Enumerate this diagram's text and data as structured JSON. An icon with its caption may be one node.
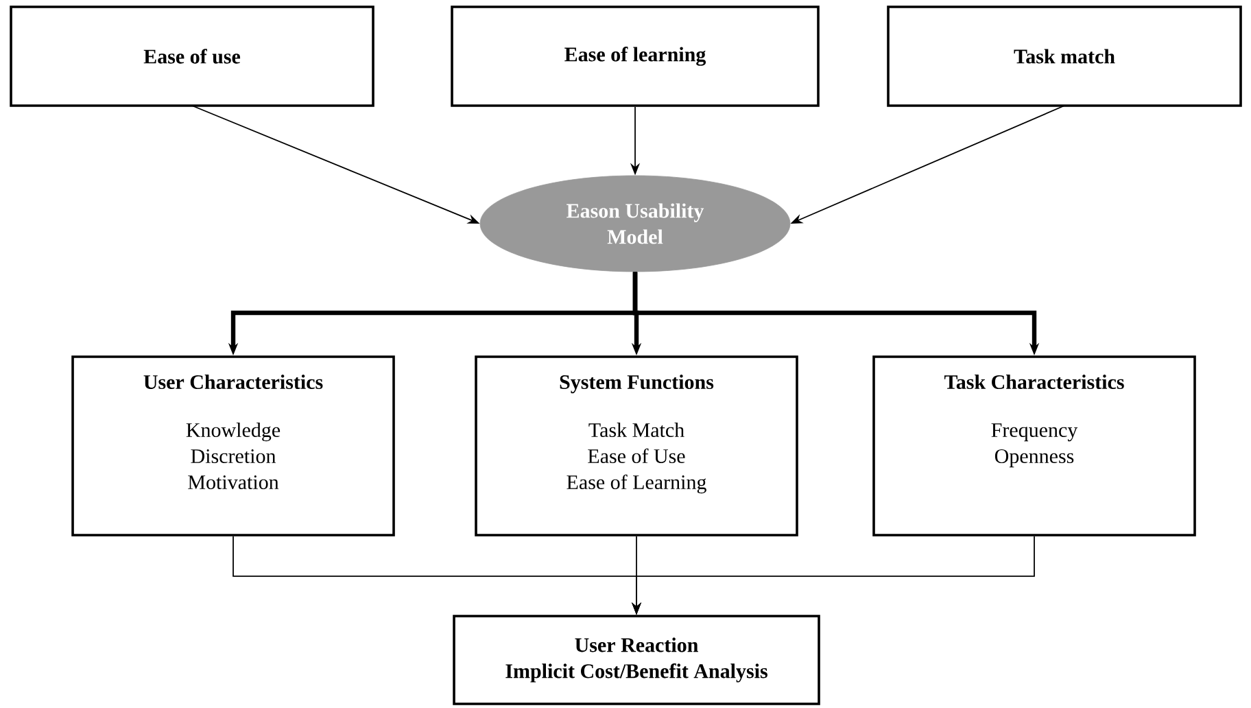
{
  "diagram": {
    "nodes": [
      {
        "text": [
          "Ease of use"
        ]
      },
      {
        "text": [
          "Ease of learning"
        ]
      },
      {
        "text": [
          "Task match"
        ]
      },
      {
        "text": [
          "Eason Usability Model"
        ]
      },
      {
        "text": [
          "User Characteristics",
          "Knowledge",
          "Discretion",
          "Motivation"
        ]
      },
      {
        "text": [
          "System Functions",
          "Task Match",
          "Ease of Use",
          "Ease of Learning"
        ]
      },
      {
        "text": [
          "Task Characteristics",
          "Frequency",
          "Openness"
        ]
      },
      {
        "text": [
          "User Reaction",
          "Implicit Cost/Benefit Analysis"
        ]
      }
    ],
    "edges": [
      {
        "from": 0,
        "to": 3,
        "arrow": "to"
      },
      {
        "from": 1,
        "to": 3,
        "arrow": "to"
      },
      {
        "from": 2,
        "to": 3,
        "arrow": "to"
      },
      {
        "from": 3,
        "to": 4,
        "arrow": "to",
        "style": "thick"
      },
      {
        "from": 3,
        "to": 5,
        "arrow": "to",
        "style": "thick"
      },
      {
        "from": 3,
        "to": 6,
        "arrow": "to",
        "style": "thick"
      },
      {
        "from": 4,
        "to": 7,
        "arrow": "to"
      },
      {
        "from": 5,
        "to": 7,
        "arrow": "to"
      },
      {
        "from": 6,
        "to": 7,
        "arrow": "to"
      }
    ]
  }
}
